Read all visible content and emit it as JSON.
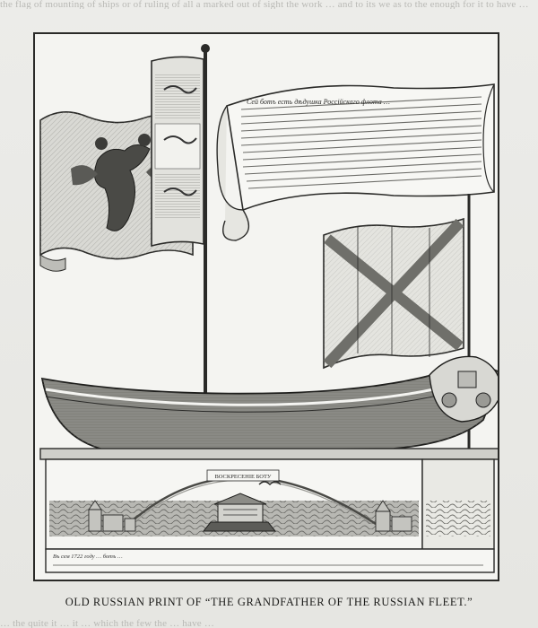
{
  "caption": "OLD RUSSIAN PRINT OF “THE GRANDFATHER OF THE RUSSIAN FLEET.”",
  "bleed_top": "the flag of mounting of ships or of ruling of all a marked out of sight the work … and to its we as to the enough for it to have …",
  "bleed_bottom": "… the quite it … it … which the few the … have …",
  "banner_text": "Сей ботъ есть дѣдушка Россійскаго флота …",
  "pedestal_arch_text": "ВОСКРЕСЕНІЕ БОТУ",
  "pedestal_inscription": "Въ сем 1722 году … ботъ … ",
  "colors": {
    "ink": "#2a2a28",
    "paper": "#f4f4f1",
    "sea": "#b8b8b3"
  },
  "icons": {
    "eagle_flag": "double-headed-eagle-flag",
    "lion_flag": "lion-flag",
    "cross_flag": "st-andrew-cross-flag",
    "boat": "boat-icon",
    "ark": "ark-icon",
    "rainbow": "rainbow-arc"
  }
}
